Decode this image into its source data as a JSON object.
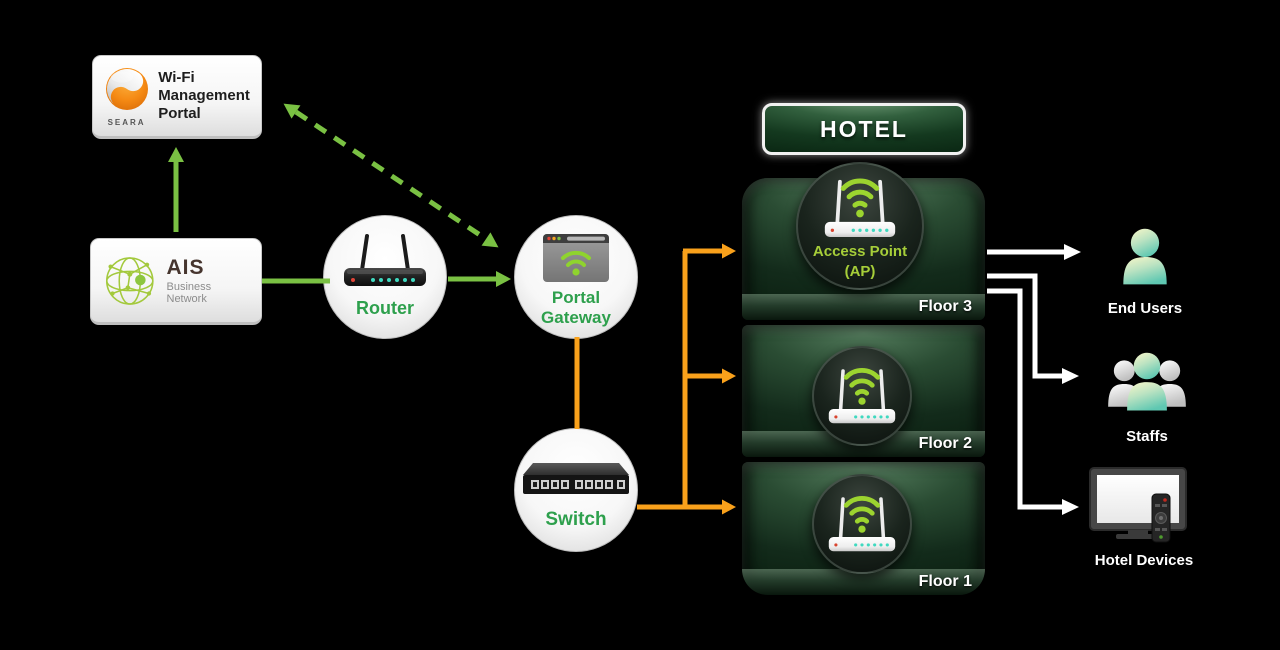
{
  "management_portal": {
    "brand": "SEARA",
    "title": "Wi-Fi Management Portal"
  },
  "isp": {
    "brand": "AIS",
    "subtitle": "Business Network"
  },
  "nodes": {
    "router": {
      "label": "Router"
    },
    "portal_gateway": {
      "label": "Portal Gateway"
    },
    "switch": {
      "label": "Switch"
    }
  },
  "hotel": {
    "sign": "HOTEL",
    "access_point": {
      "label": "Access Point",
      "sublabel": "(AP)"
    },
    "floors": [
      {
        "label": "Floor 3"
      },
      {
        "label": "Floor 2"
      },
      {
        "label": "Floor 1"
      }
    ]
  },
  "endpoints": [
    {
      "label": "End Users",
      "icon": "person-icon"
    },
    {
      "label": "Staffs",
      "icon": "people-group-icon"
    },
    {
      "label": "Hotel Devices",
      "icon": "tv-remote-icon"
    }
  ],
  "colors": {
    "green_arrow": "#7AC143",
    "orange_arrow": "#F9A11B",
    "white_arrow": "#FFFFFF",
    "node_label_green": "#2EA04D",
    "ap_label_green": "#A6CE39",
    "hotel_green": "#14391F",
    "seara_orange": "#F7941E"
  }
}
